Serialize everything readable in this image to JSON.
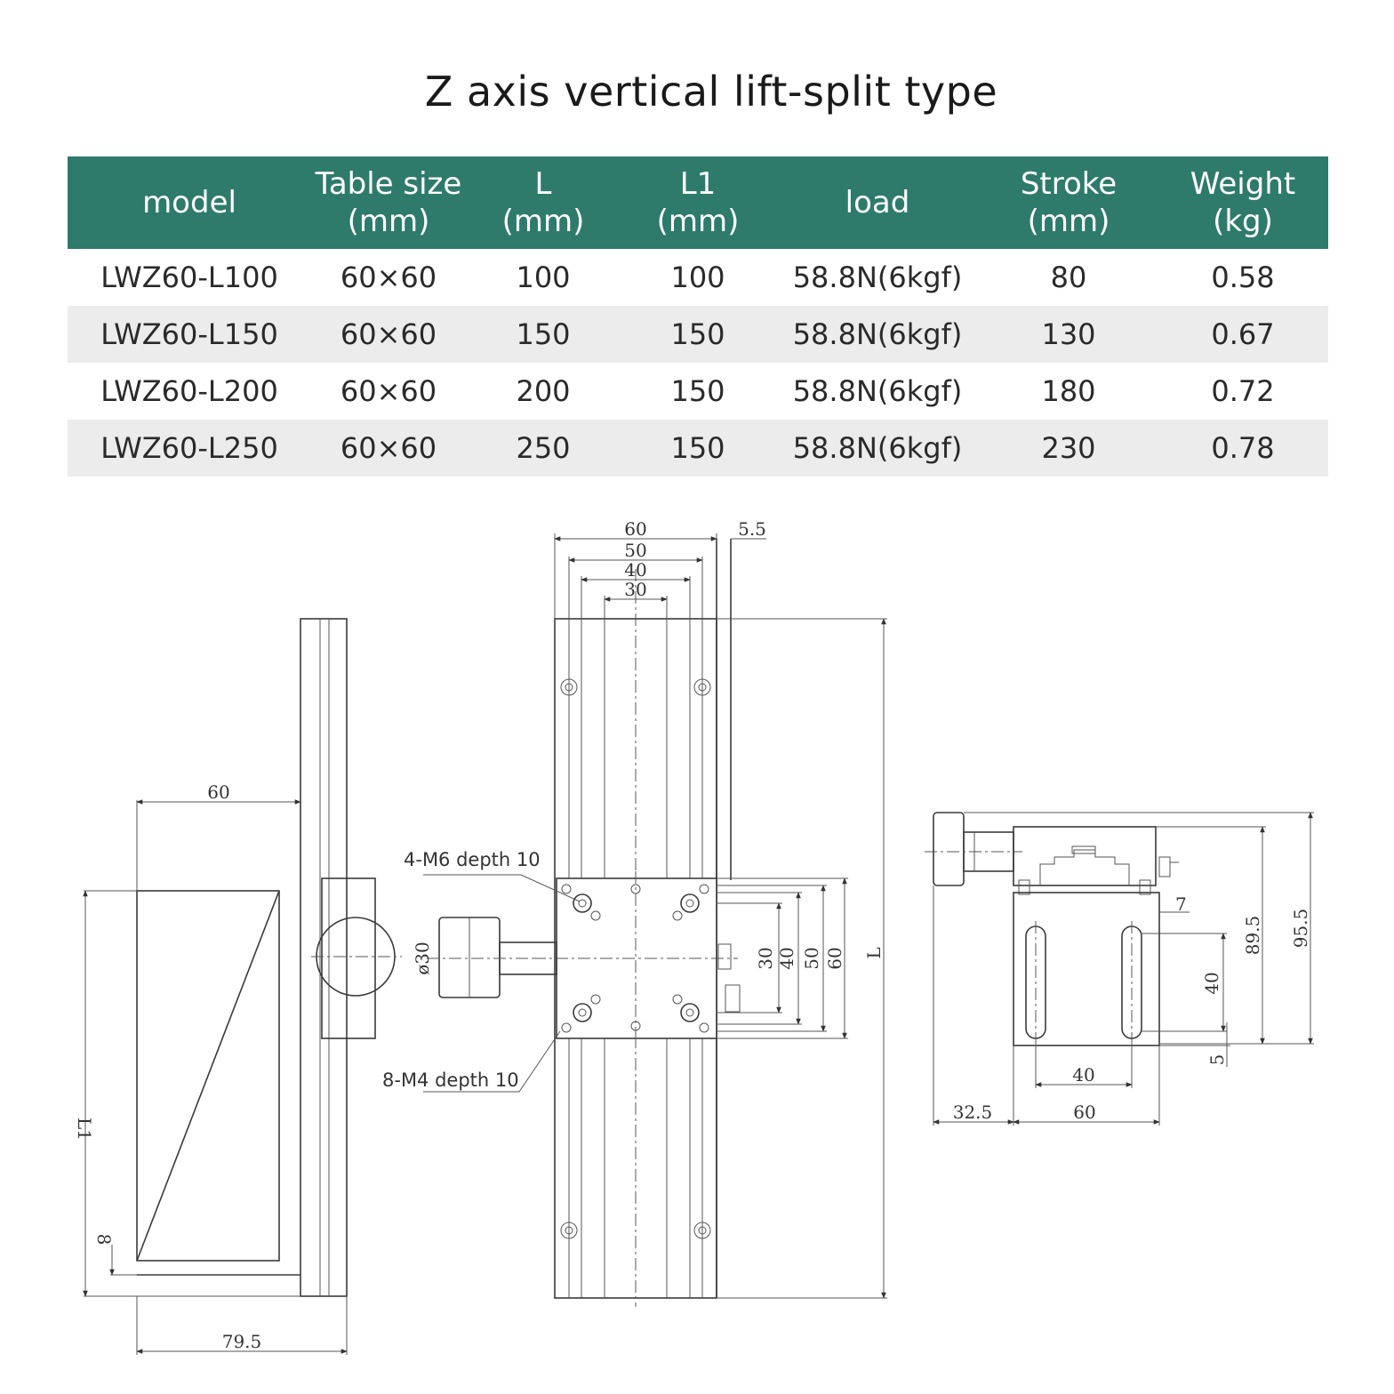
{
  "title": "Z axis vertical lift-split type",
  "table": {
    "headers": [
      {
        "l1": "model",
        "l2": ""
      },
      {
        "l1": "Table size",
        "l2": "(mm)"
      },
      {
        "l1": "L",
        "l2": "(mm)"
      },
      {
        "l1": "L1",
        "l2": "(mm)"
      },
      {
        "l1": "load",
        "l2": ""
      },
      {
        "l1": "Stroke",
        "l2": "(mm)"
      },
      {
        "l1": "Weight",
        "l2": "(kg)"
      }
    ],
    "rows": [
      [
        "LWZ60-L100",
        "60×60",
        "100",
        "100",
        "58.8N(6kgf)",
        "80",
        "0.58"
      ],
      [
        "LWZ60-L150",
        "60×60",
        "150",
        "150",
        "58.8N(6kgf)",
        "130",
        "0.67"
      ],
      [
        "LWZ60-L200",
        "60×60",
        "200",
        "150",
        "58.8N(6kgf)",
        "180",
        "0.72"
      ],
      [
        "LWZ60-L250",
        "60×60",
        "250",
        "150",
        "58.8N(6kgf)",
        "230",
        "0.78"
      ]
    ]
  },
  "drawing": {
    "side_view": {
      "width_top": "60",
      "height": "L1",
      "base_offset": "8",
      "base_width": "79.5"
    },
    "front_view": {
      "widths": [
        "60",
        "50",
        "40",
        "30"
      ],
      "side_gap": "5.5",
      "knob_dia": "ø30",
      "heights": [
        "30",
        "40",
        "50",
        "60"
      ],
      "length": "L",
      "callout_top": "4-M6 depth 10",
      "callout_bottom": "8-M4 depth 10"
    },
    "end_view": {
      "step": "7",
      "slot": "40",
      "slot_bottom": "5",
      "h1": "89.5",
      "h2": "95.5",
      "slot_spacing": "40",
      "knob_offset": "32.5",
      "base_width": "60"
    }
  }
}
